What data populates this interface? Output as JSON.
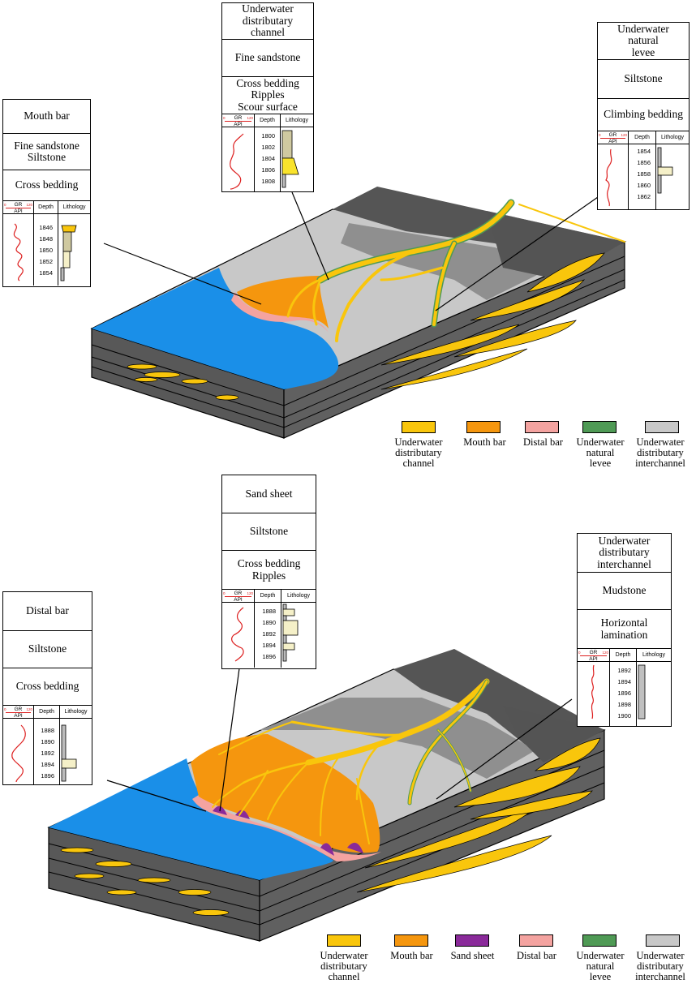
{
  "colors": {
    "water": "#1a8fe8",
    "channel": "#f9c60c",
    "mouth_bar": "#f5960e",
    "distal_bar": "#f4a3a0",
    "levee": "#4f9a55",
    "interchannel": "#c8c8c8",
    "sand_sheet": "#8a2a9a",
    "dark": "#5a5a5a",
    "mid": "#8c8c8c",
    "gr_curve": "#dd1f1f"
  },
  "top_diagram": {
    "logs": [
      {
        "facies": "Mouth bar",
        "lithology": "Fine sandstone\nSiltstone",
        "structure": "Cross bedding",
        "gr_label": "GR",
        "gr_unit": "API",
        "gr_min": "0",
        "gr_max": "120",
        "depth_header": "Depth",
        "lith_header": "Lithology",
        "depths": [
          "1846",
          "1848",
          "1850",
          "1852",
          "1854"
        ]
      },
      {
        "facies": "Underwater\ndistributary\nchannel",
        "lithology": "Fine sandstone",
        "structure": "Cross bedding\nRipples\nScour surface",
        "gr_label": "GR",
        "gr_unit": "API",
        "gr_min": "0",
        "gr_max": "120",
        "depth_header": "Depth",
        "lith_header": "Lithology",
        "depths": [
          "1800",
          "1802",
          "1804",
          "1806",
          "1808"
        ]
      },
      {
        "facies": "Underwater\nnatural\nlevee",
        "lithology": "Siltstone",
        "structure": "Climbing bedding",
        "gr_label": "GR",
        "gr_unit": "API",
        "gr_min": "0",
        "gr_max": "120",
        "depth_header": "Depth",
        "lith_header": "Lithology",
        "depths": [
          "1854",
          "1856",
          "1858",
          "1860",
          "1862"
        ]
      }
    ],
    "legend": [
      {
        "label": "Underwater\ndistributary\nchannel",
        "color_key": "channel"
      },
      {
        "label": "Mouth bar",
        "color_key": "mouth_bar"
      },
      {
        "label": "Distal bar",
        "color_key": "distal_bar"
      },
      {
        "label": "Underwater\nnatural\nlevee",
        "color_key": "levee"
      },
      {
        "label": "Underwater\ndistributary\ninterchannel",
        "color_key": "interchannel"
      }
    ]
  },
  "bottom_diagram": {
    "logs": [
      {
        "facies": "Distal bar",
        "lithology": "Siltstone",
        "structure": "Cross bedding",
        "gr_label": "GR",
        "gr_unit": "API",
        "gr_min": "0",
        "gr_max": "120",
        "depth_header": "Depth",
        "lith_header": "Lithology",
        "depths": [
          "1888",
          "1890",
          "1892",
          "1894",
          "1896"
        ]
      },
      {
        "facies": "Sand sheet",
        "lithology": "Siltstone",
        "structure": "Cross bedding\nRipples",
        "gr_label": "GR",
        "gr_unit": "API",
        "gr_min": "0",
        "gr_max": "120",
        "depth_header": "Depth",
        "lith_header": "Lithology",
        "depths": [
          "1888",
          "1890",
          "1892",
          "1894",
          "1896"
        ]
      },
      {
        "facies": "Underwater\ndistributary\ninterchannel",
        "lithology": "Mudstone",
        "structure": "Horizontal\nlamination",
        "gr_label": "GR",
        "gr_unit": "API",
        "gr_min": "0",
        "gr_max": "120",
        "depth_header": "Depth",
        "lith_header": "Lithology",
        "depths": [
          "1892",
          "1894",
          "1896",
          "1898",
          "1900"
        ]
      }
    ],
    "legend": [
      {
        "label": "Underwater\ndistributary\nchannel",
        "color_key": "channel"
      },
      {
        "label": "Mouth bar",
        "color_key": "mouth_bar"
      },
      {
        "label": "Sand sheet",
        "color_key": "sand_sheet"
      },
      {
        "label": "Distal bar",
        "color_key": "distal_bar"
      },
      {
        "label": "Underwater\nnatural\nlevee",
        "color_key": "levee"
      },
      {
        "label": "Underwater\ndistributary\ninterchannel",
        "color_key": "interchannel"
      }
    ]
  }
}
